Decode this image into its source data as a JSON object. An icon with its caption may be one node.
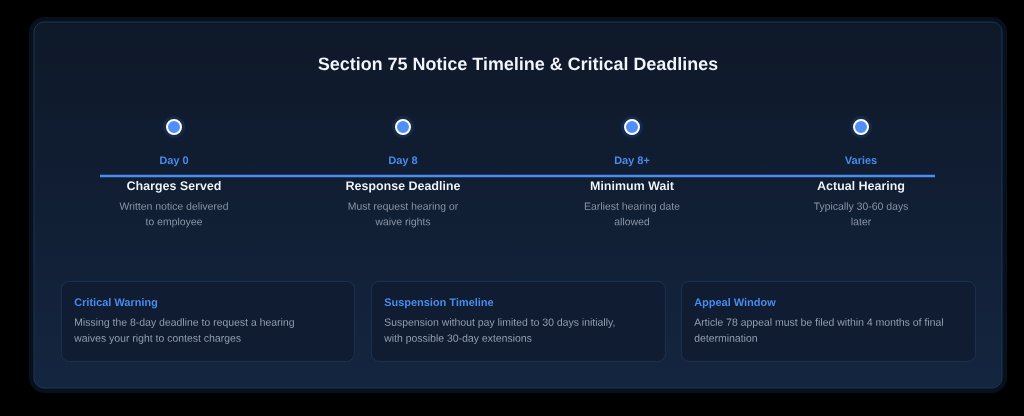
{
  "diagram": {
    "title": "Section 75 Notice Timeline & Critical Deadlines",
    "nodes": [
      {
        "text": [
          "Critical Warning",
          "Missing the 8-day deadline to request a hearing waives your right to contest charges"
        ]
      },
      {
        "text": [
          "Suspension Timeline",
          "Suspension without pay limited to 30 days initially, with possible 30-day extensions"
        ]
      },
      {
        "text": [
          "Appeal Window",
          "Article 78 appeal must be filed within 4 months of final determination"
        ]
      }
    ],
    "labels": [
      "Day 0",
      "Day 8",
      "Day 8+",
      "Varies",
      "Charges Served",
      "Response Deadline",
      "Minimum Wait",
      "Actual Hearing",
      "Written notice delivered to employee",
      "Must request hearing or waive rights",
      "Earliest hearing date allowed",
      "Typically 30-60 days later"
    ]
  }
}
